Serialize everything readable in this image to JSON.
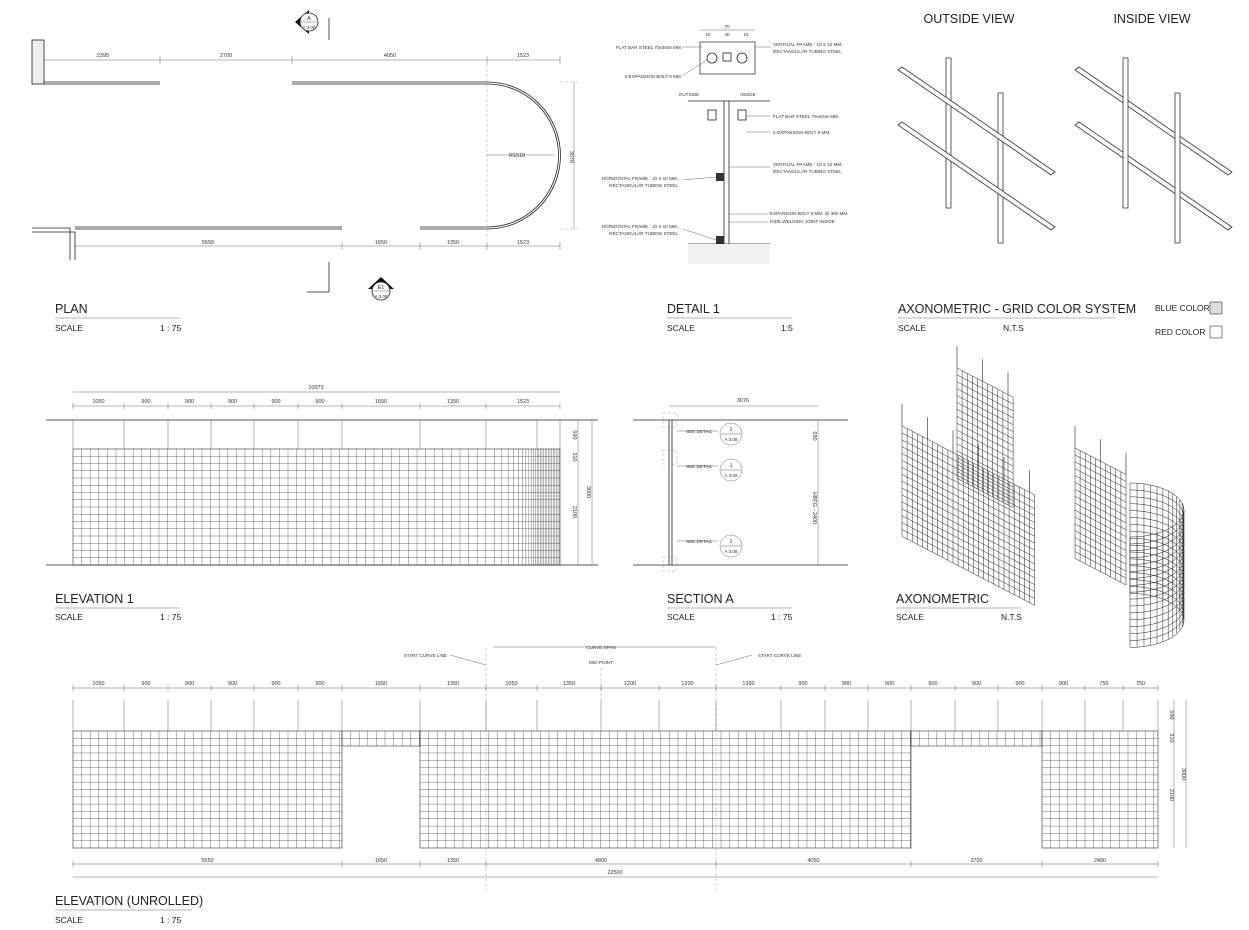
{
  "plan": {
    "title": "PLAN",
    "scale_label": "SCALE",
    "scale": "1 : 75",
    "top_dims": [
      "2395",
      "2700",
      "4050",
      "1523"
    ],
    "bottom_dims": [
      "5550",
      "1650",
      "1350",
      "1523"
    ],
    "radius": "R1518",
    "depth": "3076",
    "marker_a": {
      "letter": "A",
      "ref": "A 3.08"
    },
    "marker_e1": {
      "letter": "E1",
      "ref": "A 3.08"
    }
  },
  "detail1": {
    "title": "DETAIL 1",
    "scale_label": "SCALE",
    "scale": "1:5",
    "dims_top": "70",
    "dims_mid": [
      "15",
      "40",
      "15"
    ],
    "notes": {
      "flat_bar_1": "FLAT BAR STEEL 70x40x6 MM.",
      "vertical_frame_1": "VERTICAL FRAME : 10 X 10 MM.",
      "rect_tubing_1": "RECTANGULAR TUBING STEEL",
      "bolt_1": "2-EXPANSION BOLT 8 MM.",
      "outside": "OUTSIDE",
      "inside": "INSIDE",
      "flat_bar_2": "FLAT BAR STEEL 70x40x6 MM.",
      "bolt_2": "2-EXPANSION BOLT 8 MM.",
      "vertical_frame_2": "VERTICAL FRAME : 10 X 10 MM.",
      "rect_tubing_2": "RECTANGULAR TUBING STEEL",
      "horizontal_frame_1": "HORIZONTAL FRAME : 10 X 10 MM.",
      "rect_tubing_3": "RECTANGULAR TUBING STEEL",
      "horizontal_frame_2": "HORIZONTAL FRAME : 10 X 10 MM.",
      "rect_tubing_4": "RECTANGULAR TUBING STEEL",
      "bolt_3": "EXPANSION BOLT 8 MM. @ 300 MM.",
      "hide_weld": "HIDE WELDING JOINT INSIDE"
    }
  },
  "views": {
    "outside": "OUTSIDE VIEW",
    "inside": "INSIDE VIEW"
  },
  "axo_grid": {
    "title": "AXONOMETRIC - GRID COLOR SYSTEM",
    "scale_label": "SCALE",
    "scale": "N.T.S",
    "legend_blue": "BLUE COLOR",
    "legend_red": "RED COLOR"
  },
  "elevation1": {
    "title": "ELEVATION 1",
    "scale_label": "SCALE",
    "scale": "1 : 75",
    "total": "10073",
    "dims": [
      "1050",
      "900",
      "900",
      "900",
      "900",
      "900",
      "1650",
      "1350",
      "1523"
    ],
    "right_dims": [
      "590",
      "310",
      "2100"
    ],
    "height": "3000"
  },
  "section_a": {
    "title": "SECTION A",
    "scale_label": "SCALE",
    "scale": "1 : 75",
    "width": "3076",
    "top": "590",
    "vertical": "HBFG - 2400",
    "see_detail": "SEE DETAIL",
    "detail_num": "1",
    "detail_ref": "A 3.08"
  },
  "axonometric": {
    "title": "AXONOMETRIC",
    "scale_label": "SCALE",
    "scale": "N.T.S"
  },
  "elevation_unrolled": {
    "title": "ELEVATION (UNROLLED)",
    "scale_label": "SCALE",
    "scale": "1 : 75",
    "start_curve_left": "START CURVE LINE",
    "curve_span": "CURVE SPAN",
    "mid_point": "MID-POINT",
    "start_curve_right": "START CURVE LINE",
    "top_dims": [
      "1050",
      "900",
      "900",
      "900",
      "900",
      "900",
      "1650",
      "1350",
      "1050",
      "1350",
      "1200",
      "1200",
      "1350",
      "900",
      "900",
      "900",
      "900",
      "900",
      "900",
      "900",
      "750",
      "750"
    ],
    "bottom_dims": [
      "5550",
      "1650",
      "1350",
      "4800",
      "4050",
      "2700",
      "2400"
    ],
    "total": "22500",
    "right_dims": [
      "590",
      "310",
      "2100"
    ],
    "height": "3000"
  }
}
